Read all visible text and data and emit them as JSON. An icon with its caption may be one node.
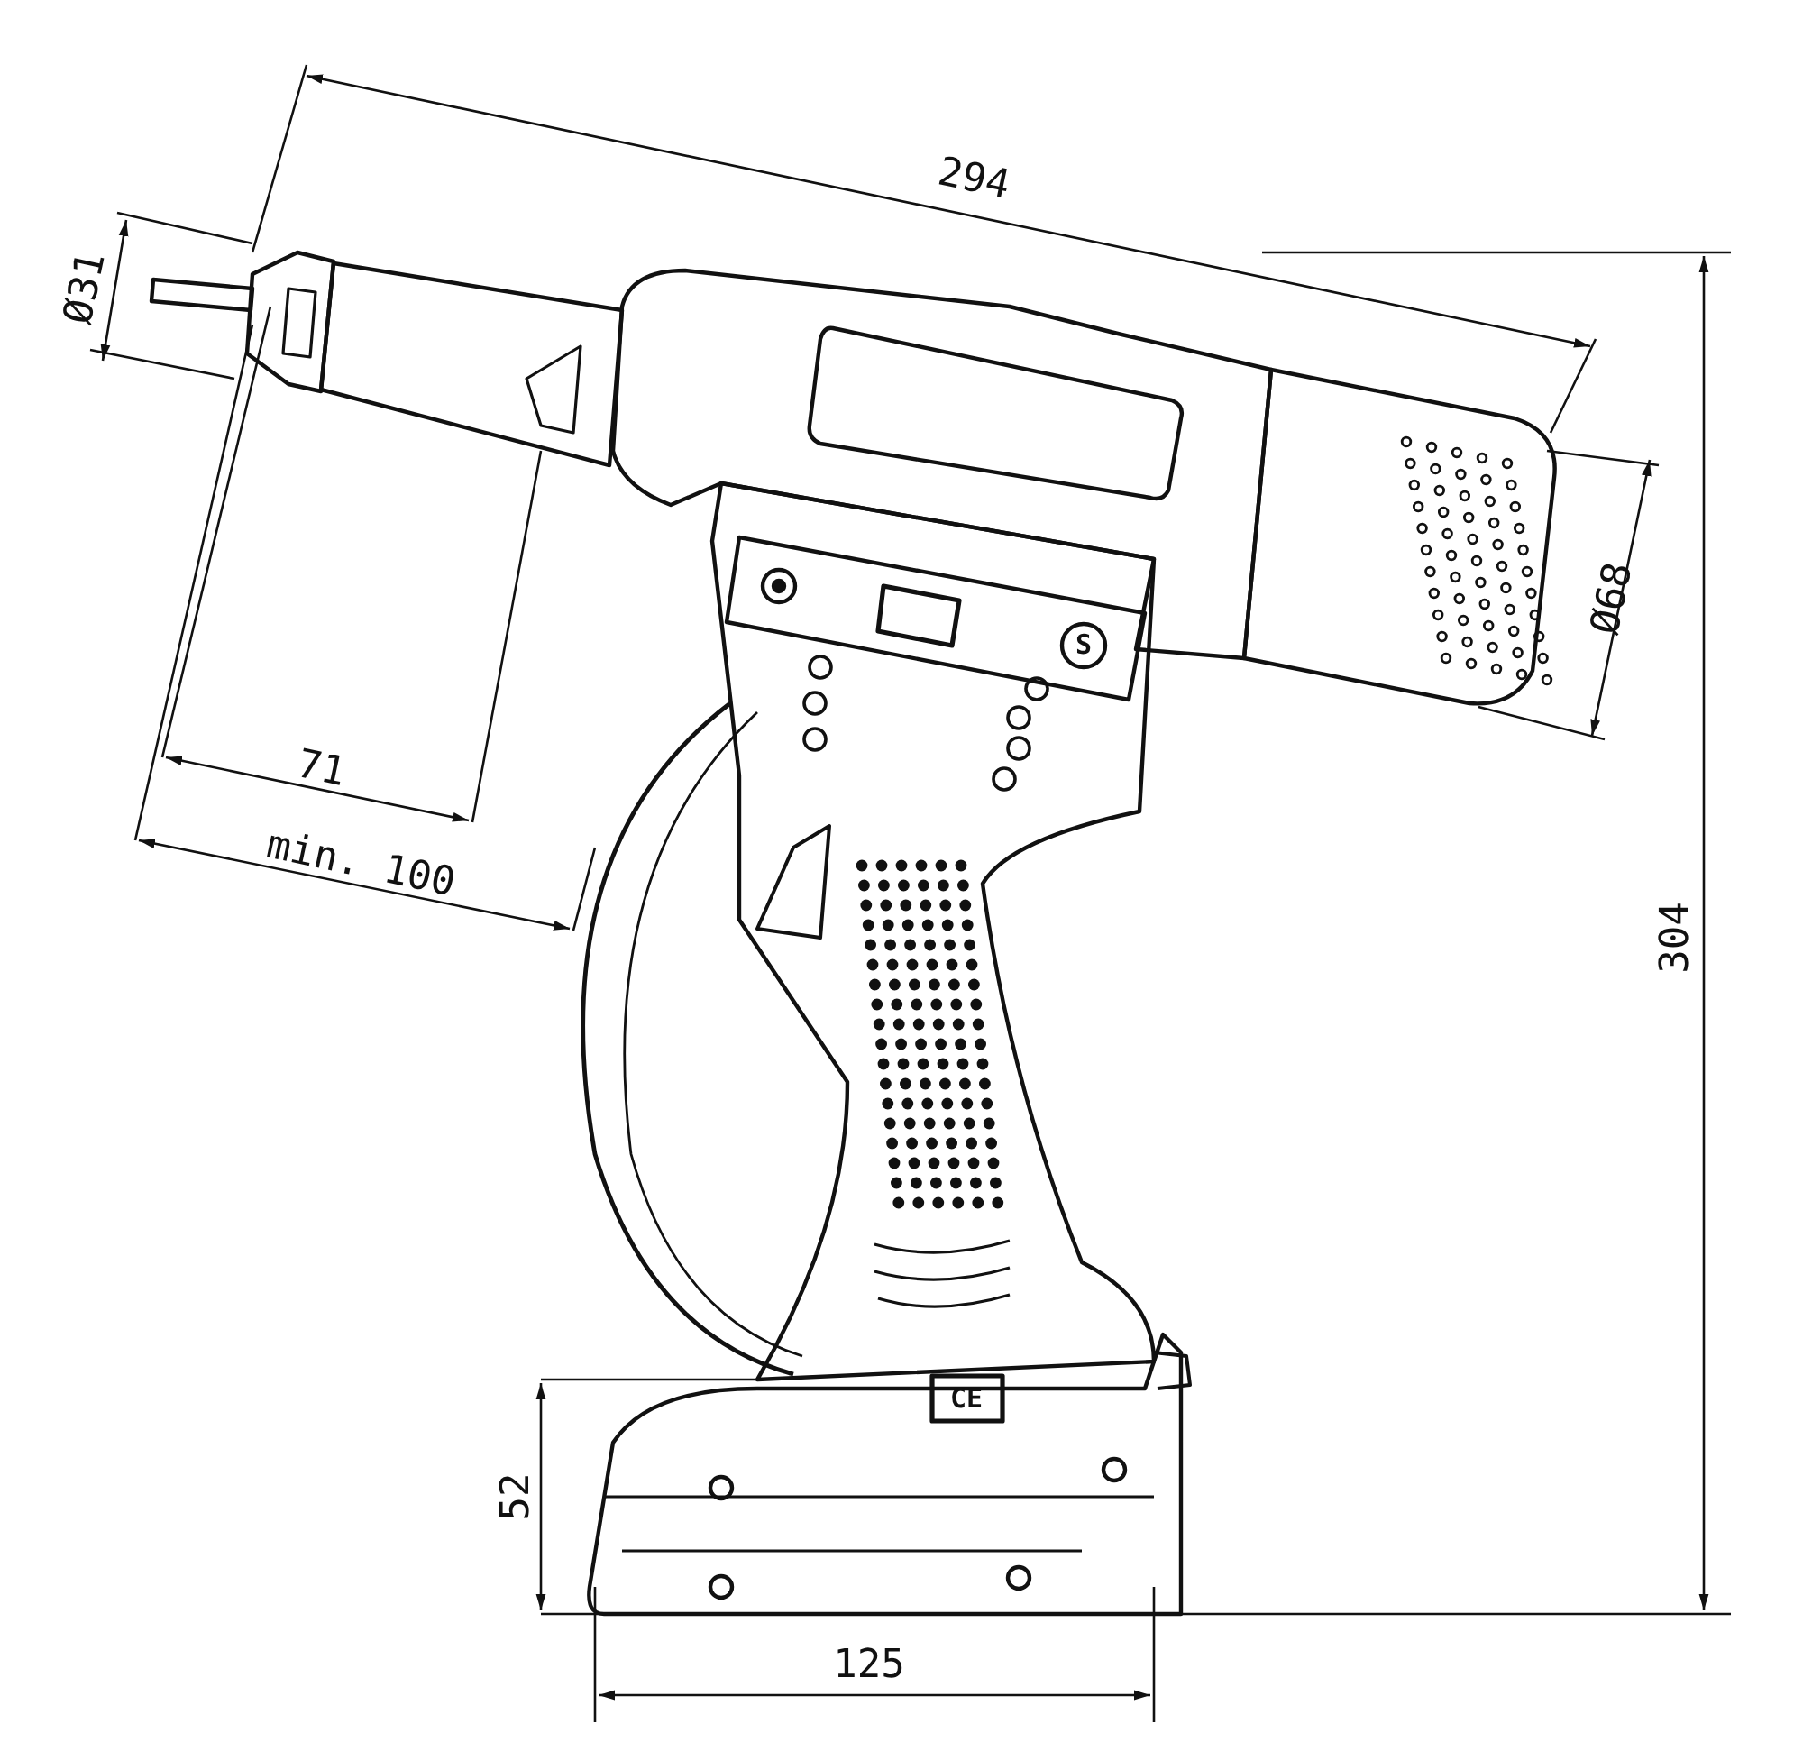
{
  "diagram": {
    "labels": [
      "294",
      "Ø31",
      "Ø68",
      "S",
      "71",
      "min. 100",
      "304",
      "CE",
      "52",
      "125"
    ]
  }
}
